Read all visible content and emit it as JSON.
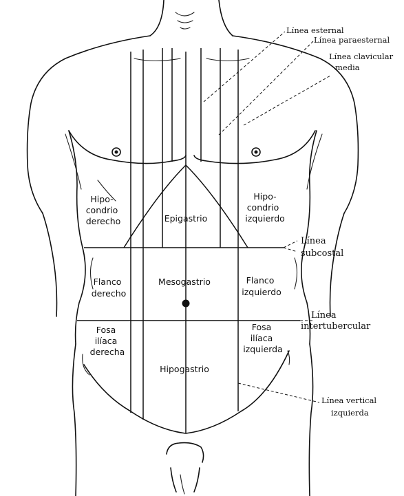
{
  "regions": {
    "hipocondrio_derecho": [
      "Hipo-",
      "condrio",
      "derecho"
    ],
    "epigastrio": "Epigastrio",
    "hipocondrio_izquierdo": [
      "Hipo-",
      "condrio",
      "izquierdo"
    ],
    "flanco_derecho": [
      "Flanco",
      "derecho"
    ],
    "mesogastrio": "Mesogastrio",
    "flanco_izquierdo": [
      "Flanco",
      "izquierdo"
    ],
    "fosa_iliaca_derecha": [
      "Fosa",
      "ilíaca",
      "derecha"
    ],
    "hipogastrio": "Hipogastrio",
    "fosa_iliaca_izquierda": [
      "Fosa",
      "ilíaca",
      "izquierda"
    ]
  },
  "callouts": {
    "linea_esternal": "Línea esternal",
    "linea_paraesternal": "Línea paraesternal",
    "linea_clavicular_media": [
      "Línea clavicular",
      "media"
    ],
    "linea_subcostal": [
      "Línea",
      "subcostal"
    ],
    "linea_intertubercular": [
      "Línea",
      "intertubercular"
    ],
    "linea_vertical_izquierda": [
      "Línea vertical",
      "izquierda"
    ]
  }
}
